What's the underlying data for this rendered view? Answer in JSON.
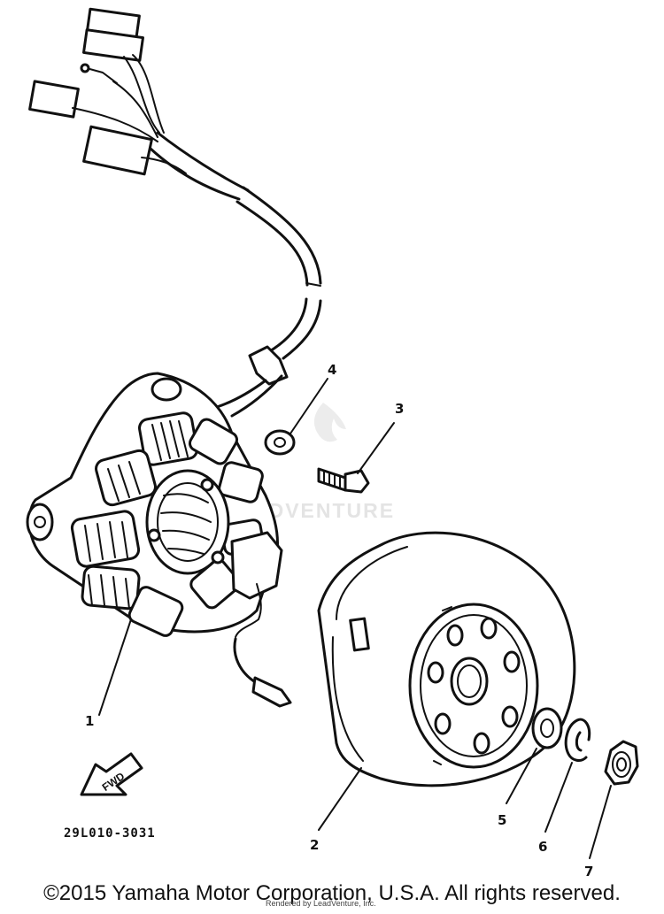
{
  "callouts": {
    "c1": "1",
    "c2": "2",
    "c3": "3",
    "c4": "4",
    "c5": "5",
    "c6": "6",
    "c7": "7"
  },
  "part_code": "29L010-3031",
  "fwd_arrow_label": "FWD",
  "watermark": "ADVENTURE",
  "copyright": "©2015 Yamaha Motor Corporation, U.S.A. All rights reserved.",
  "rendered_by": "Rendered by LeadVenture, Inc."
}
